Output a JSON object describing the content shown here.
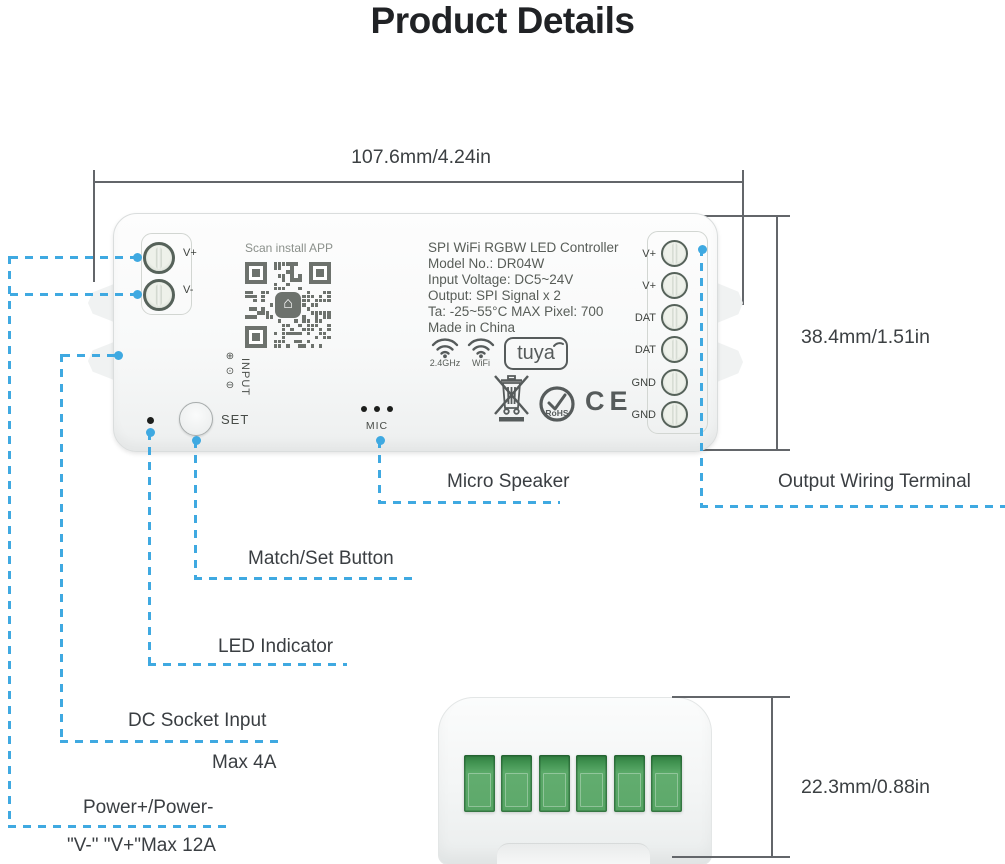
{
  "title": "Product Details",
  "dimensions": {
    "width": "107.6mm/4.24in",
    "height": "38.4mm/1.51in",
    "depth": "22.3mm/0.88in"
  },
  "device": {
    "scan_text": "Scan install APP",
    "qr_home_glyph": "⌂",
    "info_lines": [
      "SPI WiFi RGBW LED Controller",
      "Model No.: DR04W",
      "Input Voltage: DC5~24V",
      "Output: SPI Signal x 2",
      "Ta: -25~55°C  MAX Pixel: 700",
      "Made in China"
    ],
    "left_terminals": [
      "V+",
      "V-"
    ],
    "right_terminals": [
      "V+",
      "V+",
      "DAT",
      "DAT",
      "GND",
      "GND"
    ],
    "input_label": "INPUT",
    "polarity": [
      "⊕",
      "⊙",
      "⊖"
    ],
    "set_label": "SET",
    "mic_label": "MIC",
    "badges": {
      "freq": "2.4GHz",
      "wifi": "WiFi",
      "tuya": "tuya",
      "rohs": "RoHS",
      "ce": "CE"
    }
  },
  "callouts": {
    "micro_speaker": "Micro Speaker",
    "output_terminal": "Output Wiring Terminal",
    "match_set": "Match/Set Button",
    "led": "LED Indicator",
    "dc_socket": "DC Socket Input",
    "dc_socket_max": "Max 4A",
    "power": "Power+/Power-",
    "power_max": "\"V-\" \"V+\"Max 12A"
  },
  "colors": {
    "accent": "#3FA9E1",
    "terminal_green": "#55A463",
    "dim_line": "#5F6368"
  }
}
